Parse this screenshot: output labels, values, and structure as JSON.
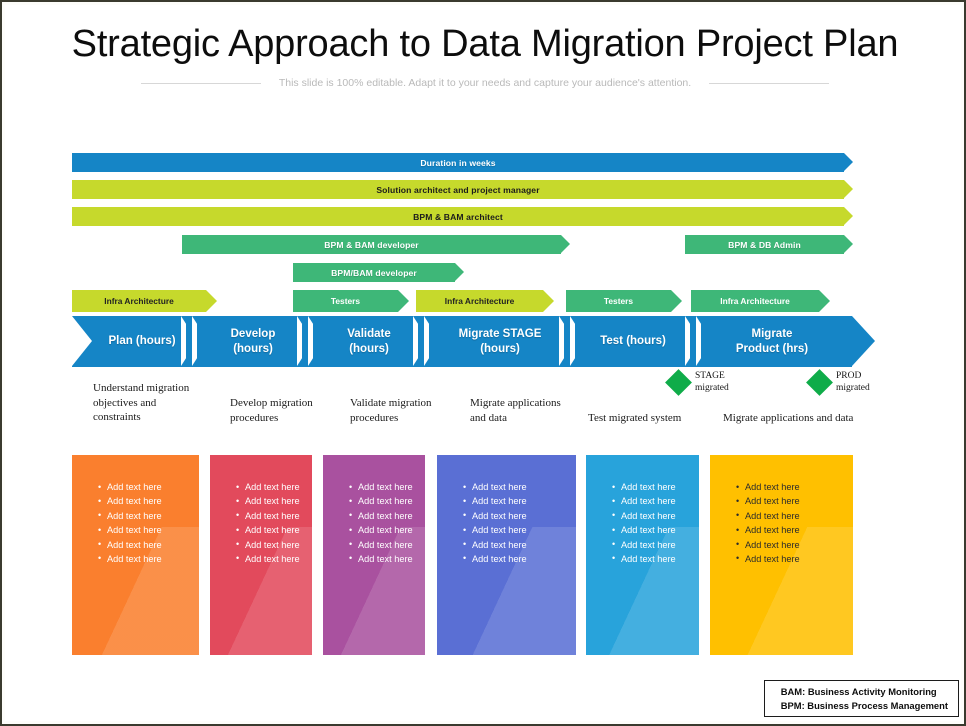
{
  "header": {
    "title": "Strategic Approach to Data Migration Project Plan",
    "subtitle": "This slide is 100% editable. Adapt it to your needs and capture your audience's attention."
  },
  "timeline_bands": [
    {
      "label": "Duration in weeks",
      "color": "#1585c6",
      "style": "blue"
    },
    {
      "label": "Solution architect and project manager",
      "color": "#c6d92c",
      "style": "lime"
    },
    {
      "label": "BPM & BAM architect",
      "color": "#c6d92c",
      "style": "lime"
    },
    {
      "label": "BPM & BAM developer",
      "color": "#3eb778",
      "style": "green"
    },
    {
      "label": "BPM & DB Admin",
      "color": "#3eb778",
      "style": "green"
    },
    {
      "label": "BPM/BAM developer",
      "color": "#3eb778",
      "style": "green"
    }
  ],
  "role_arrows": [
    {
      "label": "Infra Architecture",
      "color": "#c6d92c"
    },
    {
      "label": "Testers",
      "color": "#3eb778"
    },
    {
      "label": "Infra Architecture",
      "color": "#c6d92c"
    },
    {
      "label": "Testers",
      "color": "#3eb778"
    },
    {
      "label": "Infra Architecture",
      "color": "#3eb778"
    }
  ],
  "phases": [
    {
      "line1": "Plan (hours)",
      "line2": ""
    },
    {
      "line1": "Develop",
      "line2": "(hours)"
    },
    {
      "line1": "Validate",
      "line2": "(hours)"
    },
    {
      "line1": "Migrate STAGE",
      "line2": "(hours)"
    },
    {
      "line1": "Test (hours)",
      "line2": ""
    },
    {
      "line1": "Migrate",
      "line2": "Product (hrs)"
    }
  ],
  "milestones": [
    {
      "line1": "STAGE",
      "line2": "migrated",
      "color": "#0fac49"
    },
    {
      "line1": "PROD",
      "line2": "migrated",
      "color": "#0fac49"
    }
  ],
  "descriptions": [
    "Understand migration objectives and constraints",
    "Develop migration procedures",
    "Validate migration procedures",
    "Migrate applications and data",
    "Test migrated system",
    "Migrate applications and data"
  ],
  "cards": [
    {
      "color": "#fa7f2e",
      "text_color": "light",
      "bullets": [
        "Add text here",
        "Add text here",
        "Add text here",
        "Add text here",
        "Add text here",
        "Add text here"
      ]
    },
    {
      "color": "#e24a5c",
      "text_color": "light",
      "bullets": [
        "Add text here",
        "Add text here",
        "Add text here",
        "Add text here",
        "Add text here",
        "Add text here"
      ]
    },
    {
      "color": "#a9519f",
      "text_color": "light",
      "bullets": [
        "Add text here",
        "Add text here",
        "Add text here",
        "Add text here",
        "Add text here",
        "Add text here"
      ]
    },
    {
      "color": "#5a6fd4",
      "text_color": "light",
      "bullets": [
        "Add text here",
        "Add text here",
        "Add text here",
        "Add text here",
        "Add text here",
        "Add text here"
      ]
    },
    {
      "color": "#28a3db",
      "text_color": "light",
      "bullets": [
        "Add text here",
        "Add text here",
        "Add text here",
        "Add text here",
        "Add text here",
        "Add text here"
      ]
    },
    {
      "color": "#ffc000",
      "text_color": "dark",
      "bullets": [
        "Add text here",
        "Add text here",
        "Add text here",
        "Add text here",
        "Add text here",
        "Add text here"
      ]
    }
  ],
  "legend": {
    "line1": "BAM: Business Activity Monitoring",
    "line2": "BPM: Business Process Management"
  }
}
